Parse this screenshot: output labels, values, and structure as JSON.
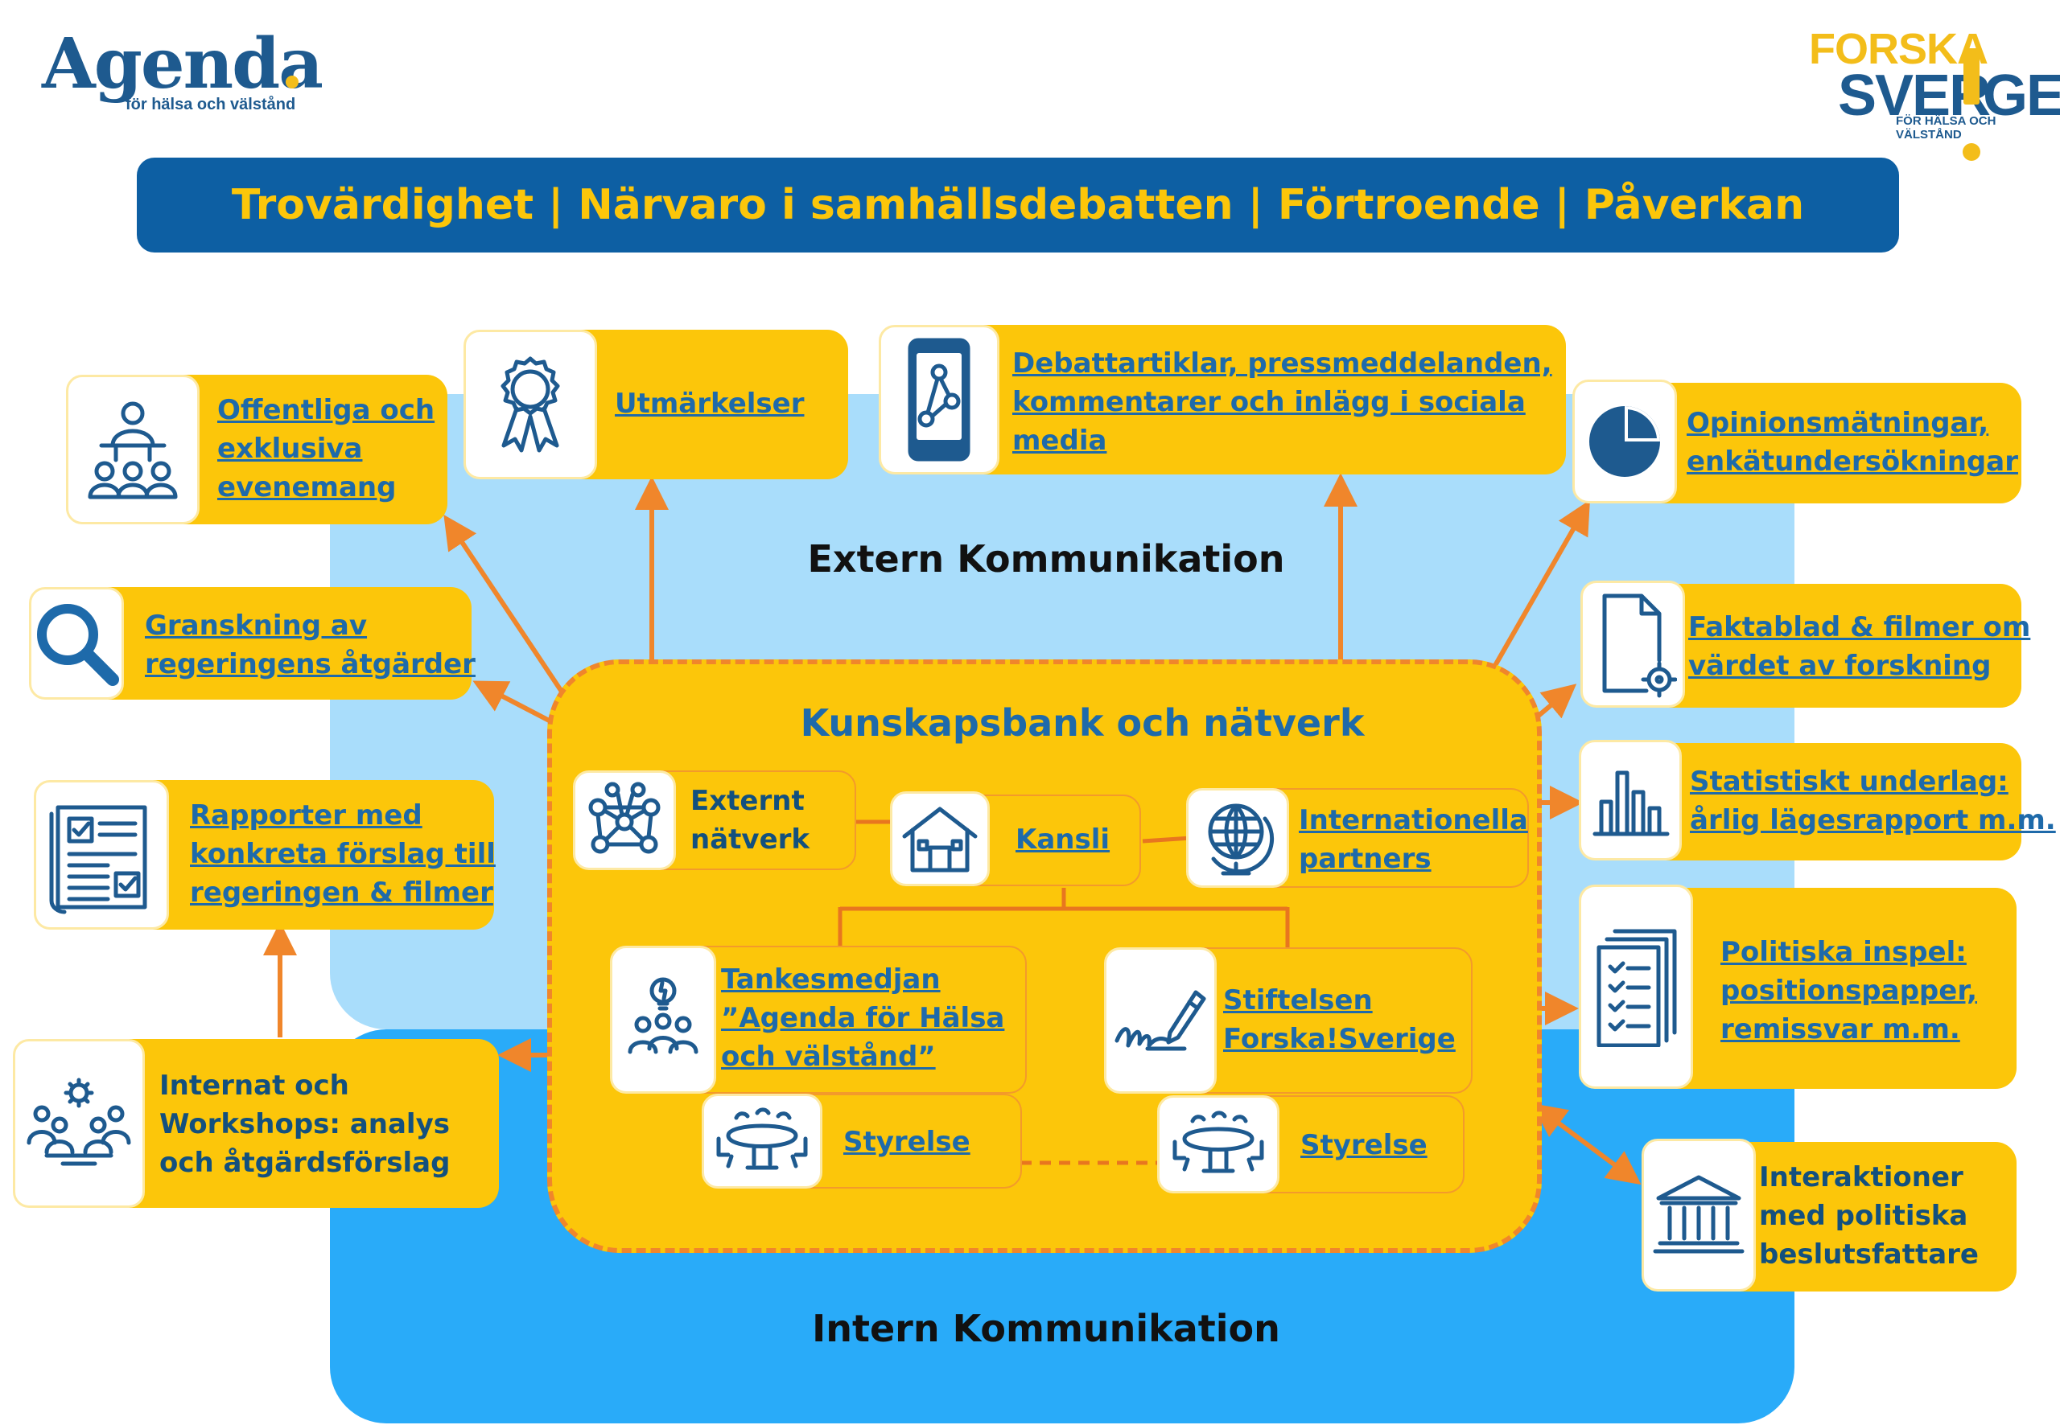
{
  "logos": {
    "agenda": {
      "name": "Agenda",
      "dot": ".",
      "tagline": "för hälsa och välstånd"
    },
    "forska": {
      "line1": "FORSKA",
      "line2a": "SVER",
      "line2b": "GE",
      "tagline": "FÖR HÄLSA OCH VÄLSTÅND"
    }
  },
  "banner": "Trovärdighet | Närvaro i samhällsdebatten | Förtroende | Påverkan",
  "zones": {
    "extern": "Extern Kommunikation",
    "intern": "Intern Kommunikation"
  },
  "hub": {
    "title": "Kunskapsbank och nätverk",
    "nodes": {
      "externt": "Externt\nnätverk",
      "kansli": "Kansli",
      "internationella": "Internationella\npartners",
      "tankesmedjan": "Tankesmedjan\n”Agenda för Hälsa\noch välstånd”",
      "stiftelsen": "Stiftelsen\nForska!Sverige",
      "styrelse_left": "Styrelse",
      "styrelse_right": "Styrelse"
    }
  },
  "outputs": {
    "offentliga": "Offentliga och\nexklusiva\nevenemang",
    "utmarkelser": "Utmärkelser",
    "debatt": "Debattartiklar, pressmeddelanden,\nkommentarer och inlägg i  sociala\nmedia",
    "opinion": "Opinionsmätningar,\nenkätundersökningar",
    "granskning": "Granskning av\nregeringens åtgärder",
    "faktablad": "Faktablad & filmer om\nvärdet av forskning",
    "rapporter": "Rapporter med\nkonkreta förslag till\nregeringen & filmer",
    "statistik": "Statistiskt underlag:\nårlig lägesrapport m.m.",
    "politiska": "Politiska inspel:\npositionspapper,\nremissvar m.m.",
    "internat": "Internat och\nWorkshops: analys\noch åtgärdsförslag",
    "interaktioner": "Interaktioner\nmed politiska\nbeslutsfattare"
  },
  "colors": {
    "banner_bg": "#0d5fa3",
    "banner_text": "#fcc60a",
    "card": "#fcc60a",
    "extern_zone": "#a9ddfb",
    "intern_zone": "#29abf9",
    "arrow": "#f0862b",
    "link_text": "#1e6aaa"
  },
  "icons": [
    "presenter-icon",
    "ribbon-icon",
    "phone-network-icon",
    "pie-chart-icon",
    "magnifier-icon",
    "document-target-icon",
    "report-checklist-icon",
    "bar-chart-icon",
    "documents-checklist-icon",
    "team-gear-icon",
    "institution-icon",
    "network-nodes-icon",
    "house-icon",
    "globe-icon",
    "team-idea-icon",
    "signature-icon",
    "boardroom-icon"
  ]
}
